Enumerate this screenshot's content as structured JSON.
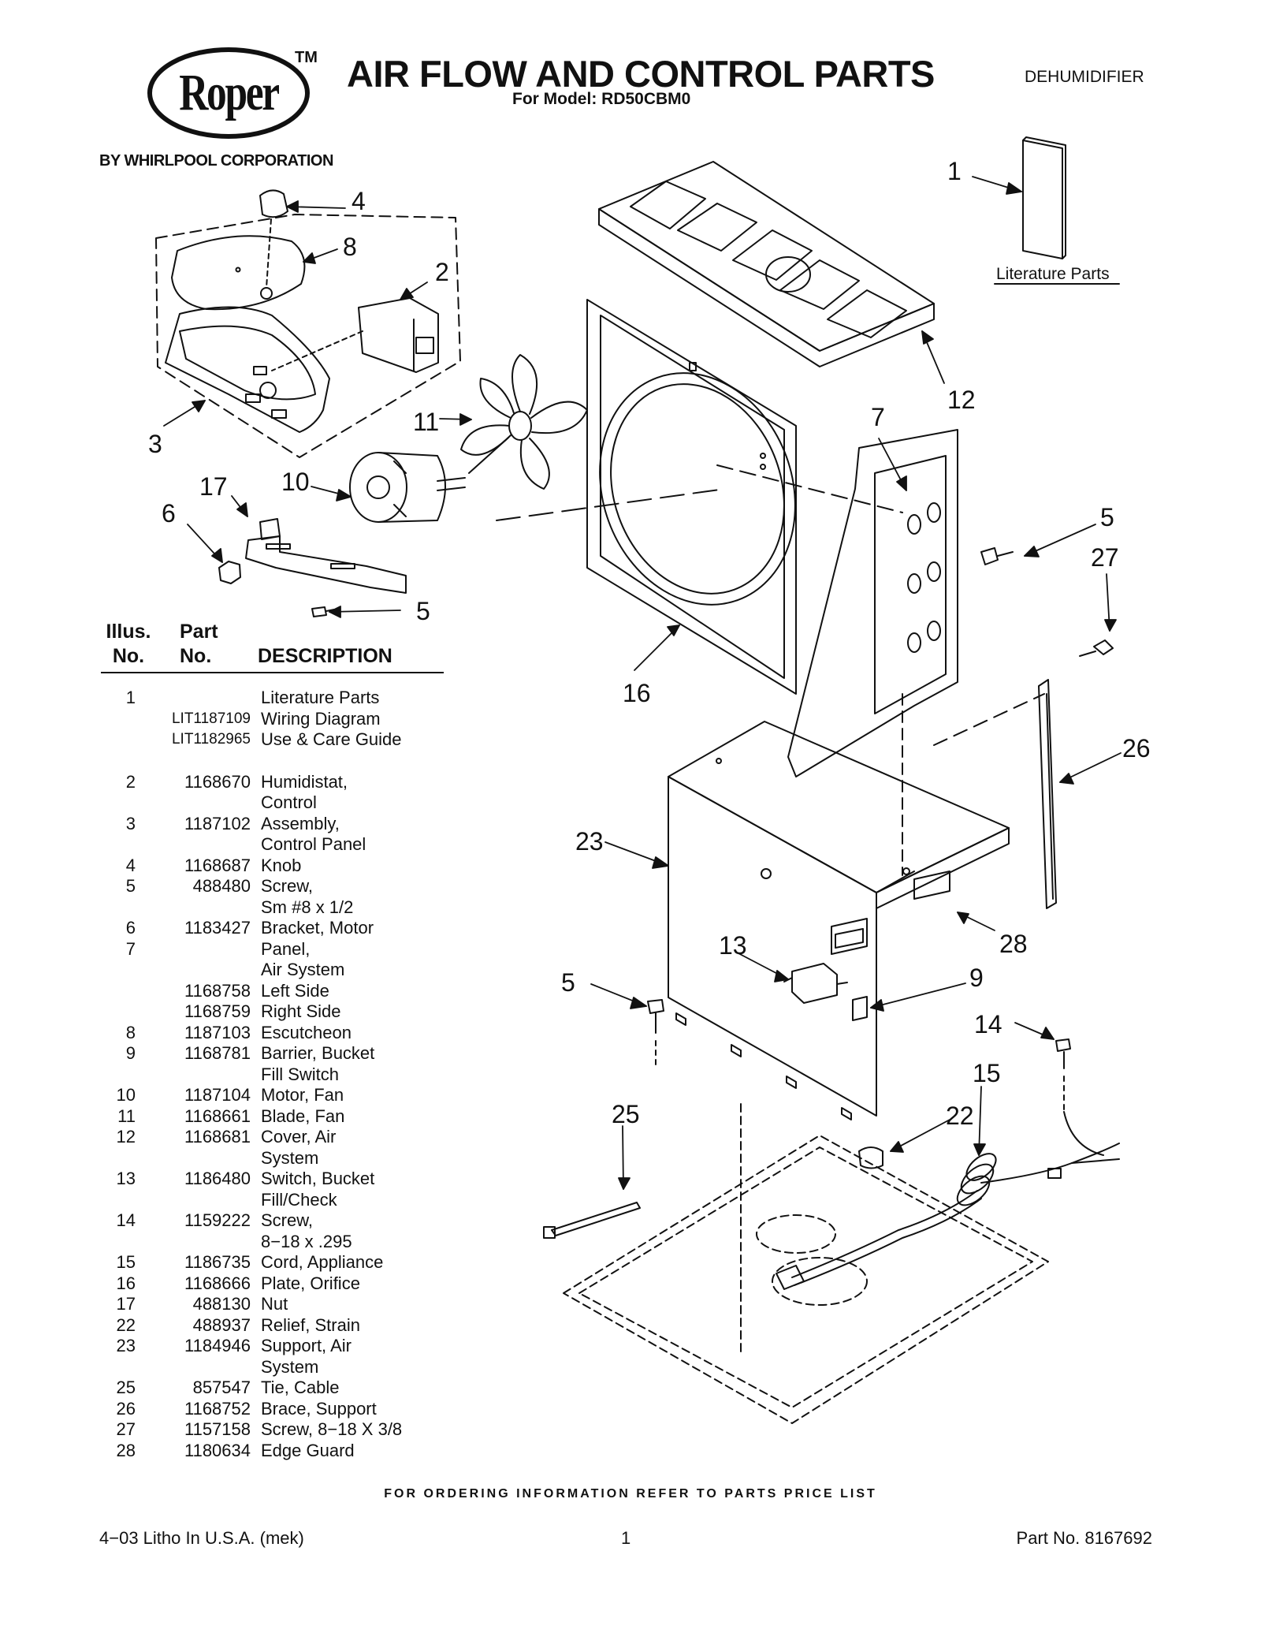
{
  "header": {
    "brand": "Roper",
    "trademark": "TM",
    "byline": "BY WHIRLPOOL CORPORATION",
    "title": "AIR FLOW AND CONTROL PARTS",
    "subtitle": "For Model: RD50CBM0",
    "category": "DEHUMIDIFIER"
  },
  "diagram": {
    "literature_label": "Literature Parts",
    "callouts": [
      "1",
      "4",
      "8",
      "2",
      "3",
      "11",
      "17",
      "10",
      "6",
      "5",
      "12",
      "7",
      "5",
      "27",
      "16",
      "26",
      "23",
      "13",
      "28",
      "9",
      "5",
      "14",
      "15",
      "22",
      "25"
    ]
  },
  "table": {
    "header": {
      "illus_line1": "Illus.",
      "illus_line2": "No.",
      "part_line1": "Part",
      "part_line2": "No.",
      "description": "DESCRIPTION"
    },
    "rows": [
      {
        "illus": "1",
        "part": "",
        "desc": "Literature Parts"
      },
      {
        "illus": "",
        "part": "LIT1187109",
        "desc": "Wiring Diagram",
        "small": true
      },
      {
        "illus": "",
        "part": "LIT1182965",
        "desc": "Use & Care Guide",
        "small": true
      },
      {
        "spacer": true
      },
      {
        "illus": "2",
        "part": "1168670",
        "desc": "Humidistat,"
      },
      {
        "illus": "",
        "part": "",
        "desc": "Control"
      },
      {
        "illus": "3",
        "part": "1187102",
        "desc": "Assembly,"
      },
      {
        "illus": "",
        "part": "",
        "desc": "Control Panel"
      },
      {
        "illus": "4",
        "part": "1168687",
        "desc": "Knob"
      },
      {
        "illus": "5",
        "part": "488480",
        "desc": "Screw,"
      },
      {
        "illus": "",
        "part": "",
        "desc": "Sm #8 x 1/2"
      },
      {
        "illus": "6",
        "part": "1183427",
        "desc": "Bracket, Motor"
      },
      {
        "illus": "7",
        "part": "",
        "desc": "Panel,"
      },
      {
        "illus": "",
        "part": "",
        "desc": "Air System"
      },
      {
        "illus": "",
        "part": "1168758",
        "desc": "Left Side"
      },
      {
        "illus": "",
        "part": "1168759",
        "desc": "Right Side"
      },
      {
        "illus": "8",
        "part": "1187103",
        "desc": "Escutcheon"
      },
      {
        "illus": "9",
        "part": "1168781",
        "desc": "Barrier, Bucket"
      },
      {
        "illus": "",
        "part": "",
        "desc": "Fill Switch"
      },
      {
        "illus": "10",
        "part": "1187104",
        "desc": "Motor, Fan"
      },
      {
        "illus": "11",
        "part": "1168661",
        "desc": "Blade, Fan"
      },
      {
        "illus": "12",
        "part": "1168681",
        "desc": "Cover, Air"
      },
      {
        "illus": "",
        "part": "",
        "desc": "System"
      },
      {
        "illus": "13",
        "part": "1186480",
        "desc": "Switch, Bucket"
      },
      {
        "illus": "",
        "part": "",
        "desc": "Fill/Check"
      },
      {
        "illus": "14",
        "part": "1159222",
        "desc": "Screw,"
      },
      {
        "illus": "",
        "part": "",
        "desc": "8−18 x .295"
      },
      {
        "illus": "15",
        "part": "1186735",
        "desc": "Cord, Appliance"
      },
      {
        "illus": "16",
        "part": "1168666",
        "desc": "Plate, Orifice"
      },
      {
        "illus": "17",
        "part": "488130",
        "desc": "Nut"
      },
      {
        "illus": "22",
        "part": "488937",
        "desc": "Relief, Strain"
      },
      {
        "illus": "23",
        "part": "1184946",
        "desc": "Support, Air"
      },
      {
        "illus": "",
        "part": "",
        "desc": "System"
      },
      {
        "illus": "25",
        "part": "857547",
        "desc": "Tie, Cable"
      },
      {
        "illus": "26",
        "part": "1168752",
        "desc": "Brace, Support"
      },
      {
        "illus": "27",
        "part": "1157158",
        "desc": "Screw, 8−18 X 3/8"
      },
      {
        "illus": "28",
        "part": "1180634",
        "desc": "Edge Guard"
      }
    ]
  },
  "footer": {
    "ordering_note": "FOR ORDERING INFORMATION REFER TO PARTS PRICE LIST",
    "litho": "4−03 Litho In U.S.A. (mek)",
    "page_number": "1",
    "part_number": "Part No. 8167692"
  }
}
